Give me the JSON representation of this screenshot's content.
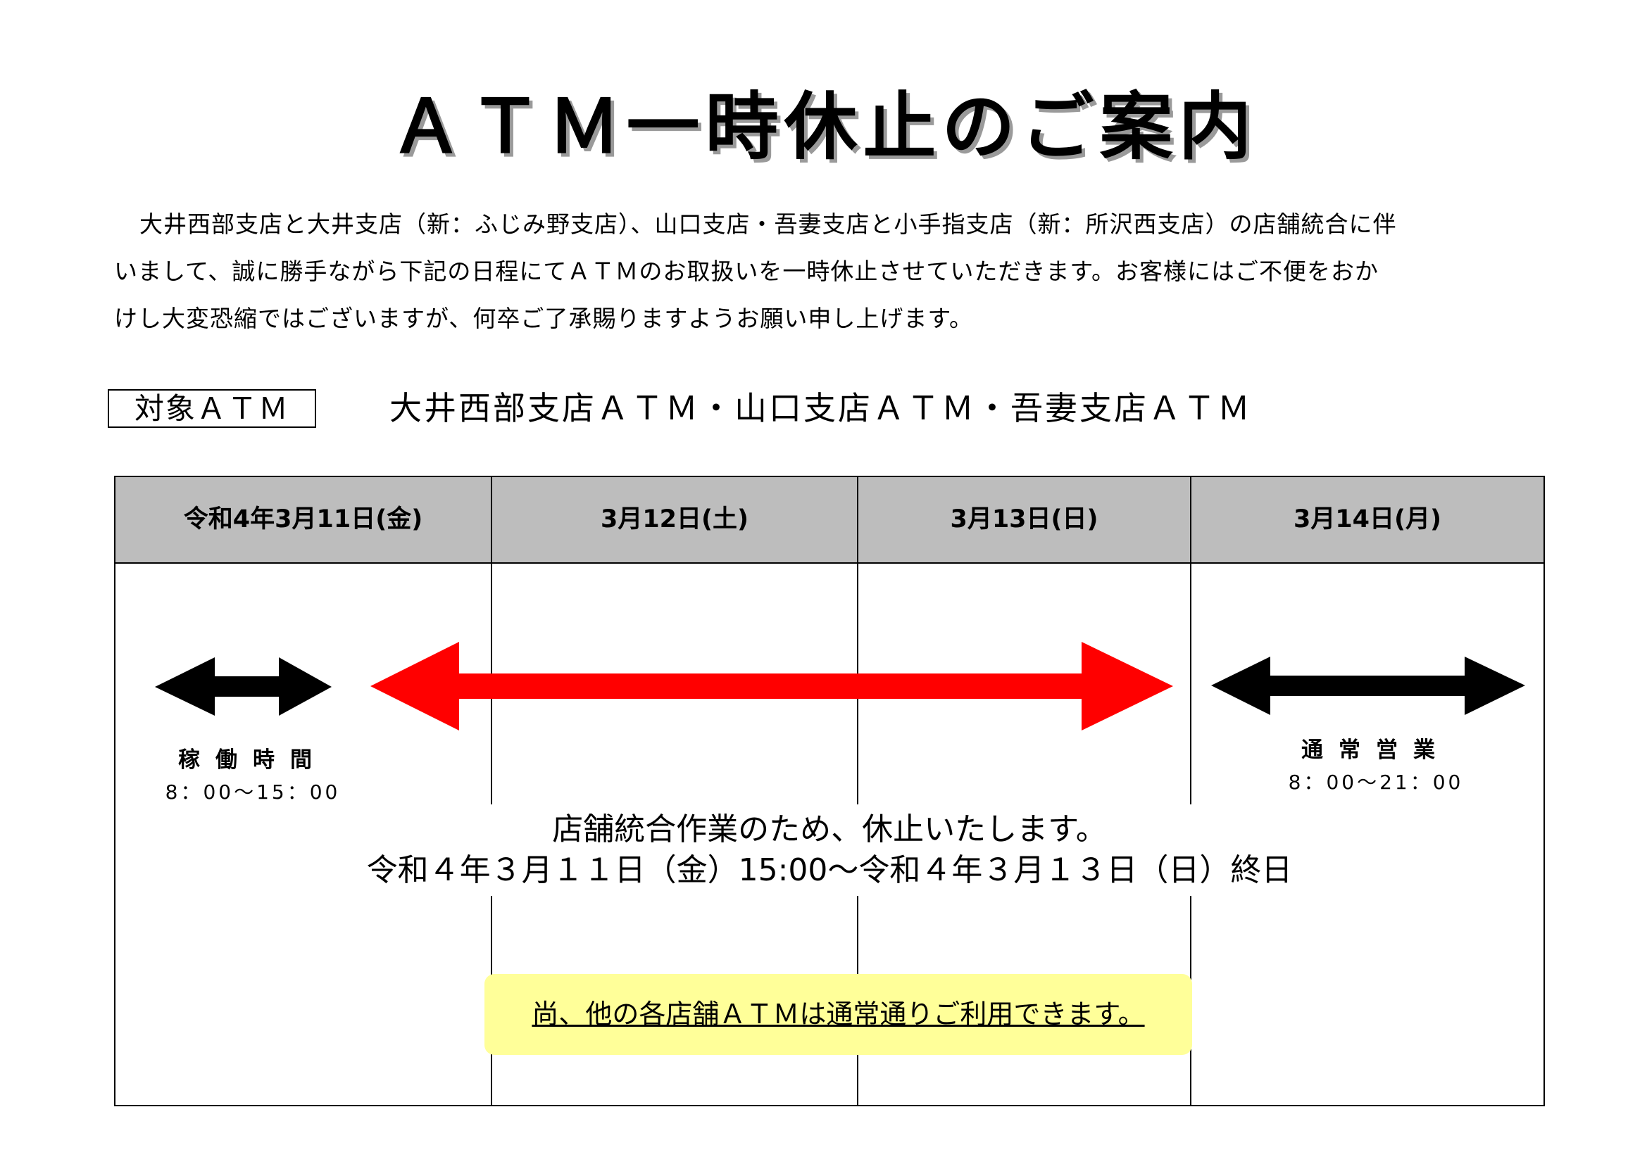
{
  "title": "ＡＴＭ一時休止のご案内",
  "intro": {
    "line1": "大井西部支店と大井支店（新：ふじみ野支店）、山口支店・吾妻支店と小手指支店（新：所沢西支店）の店舗統合に伴",
    "line2": "いまして、誠に勝手ながら下記の日程にてＡＴＭのお取扱いを一時休止させていただきます。お客様にはご不便をおか",
    "line3": "けし大変恐縮ではございますが、何卒ご了承賜りますようお願い申し上げます。"
  },
  "target": {
    "label": "対象ＡＴＭ",
    "value": "大井西部支店ＡＴＭ・山口支店ＡＴＭ・吾妻支店ＡＴＭ"
  },
  "schedule": {
    "headers": [
      "令和4年3月11日(金)",
      "3月12日(土)",
      "3月13日(日)",
      "3月14日(月)"
    ],
    "left_label": "稼働時間",
    "left_time": "8：00～15：00",
    "right_label": "通常営業",
    "right_time": "8：00～21：00",
    "message_line1": "店舗統合作業のため、休止いたします。",
    "message_line2": "令和４年３月１１日（金）15:00～令和４年３月１３日（日）終日",
    "note": "尚、他の各店舗ＡＴＭは通常通りご利用できます。"
  },
  "colors": {
    "header_bg": "#bdbdbd",
    "closure_arrow": "#ff0000",
    "operating_arrow": "#000000",
    "note_bg": "#ffff99"
  }
}
